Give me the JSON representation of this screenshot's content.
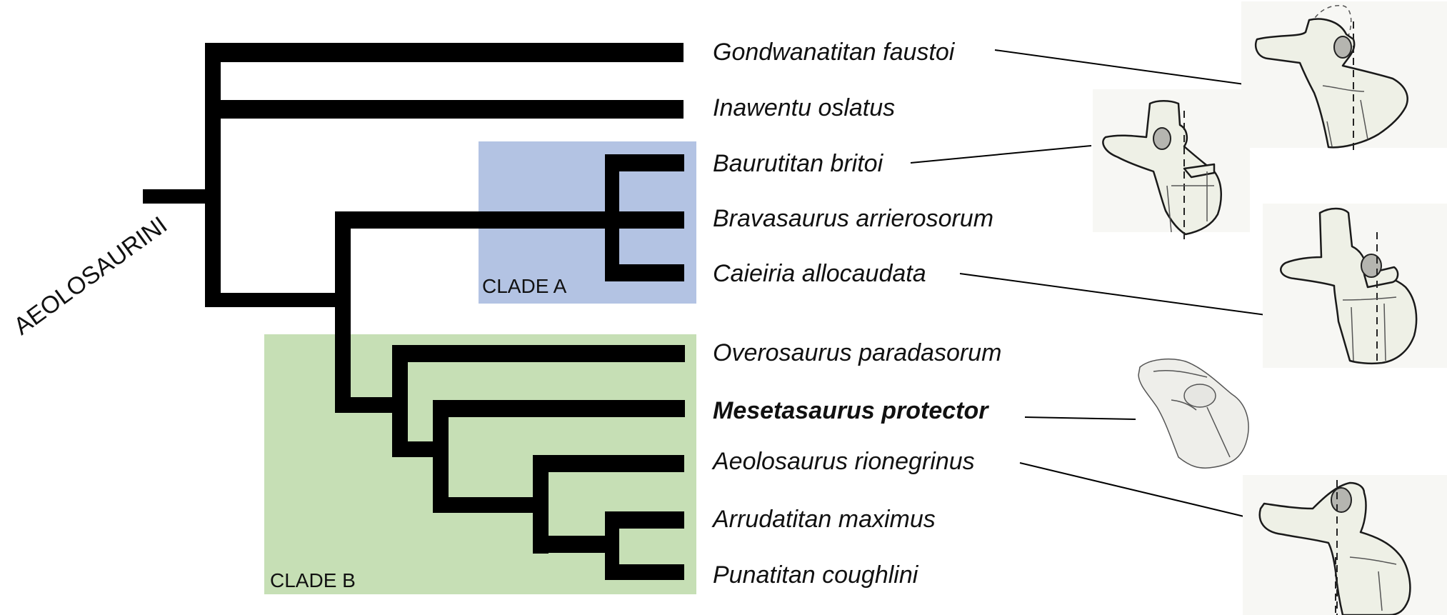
{
  "group_label": "AEOLOSAURINI",
  "clades": {
    "a": {
      "label": "CLADE A",
      "color": "#b3c3e3"
    },
    "b": {
      "label": "CLADE B",
      "color": "#c6dfb5"
    }
  },
  "taxa": [
    {
      "name": "Gondwanatitan faustoi",
      "bold": false
    },
    {
      "name": "Inawentu oslatus",
      "bold": false
    },
    {
      "name": "Baurutitan britoi",
      "bold": false
    },
    {
      "name": "Bravasaurus arrierosorum",
      "bold": false
    },
    {
      "name": "Caieiria allocaudata",
      "bold": false
    },
    {
      "name": "Overosaurus paradasorum",
      "bold": false
    },
    {
      "name": "Mesetasaurus protector",
      "bold": true
    },
    {
      "name": "Aeolosaurus rionegrinus",
      "bold": false
    },
    {
      "name": "Arrudatitan maximus",
      "bold": false
    },
    {
      "name": "Punatitan coughlini",
      "bold": false
    }
  ],
  "illustrations": [
    {
      "taxon": "Gondwanatitan faustoi",
      "depicts": "caudal-vertebra-icon"
    },
    {
      "taxon": "Baurutitan britoi",
      "depicts": "caudal-vertebra-icon"
    },
    {
      "taxon": "Caieiria allocaudata",
      "depicts": "caudal-vertebra-icon"
    },
    {
      "taxon": "Mesetasaurus protector",
      "depicts": "caudal-vertebra-icon"
    },
    {
      "taxon": "Aeolosaurus rionegrinus",
      "depicts": "caudal-vertebra-icon"
    }
  ]
}
